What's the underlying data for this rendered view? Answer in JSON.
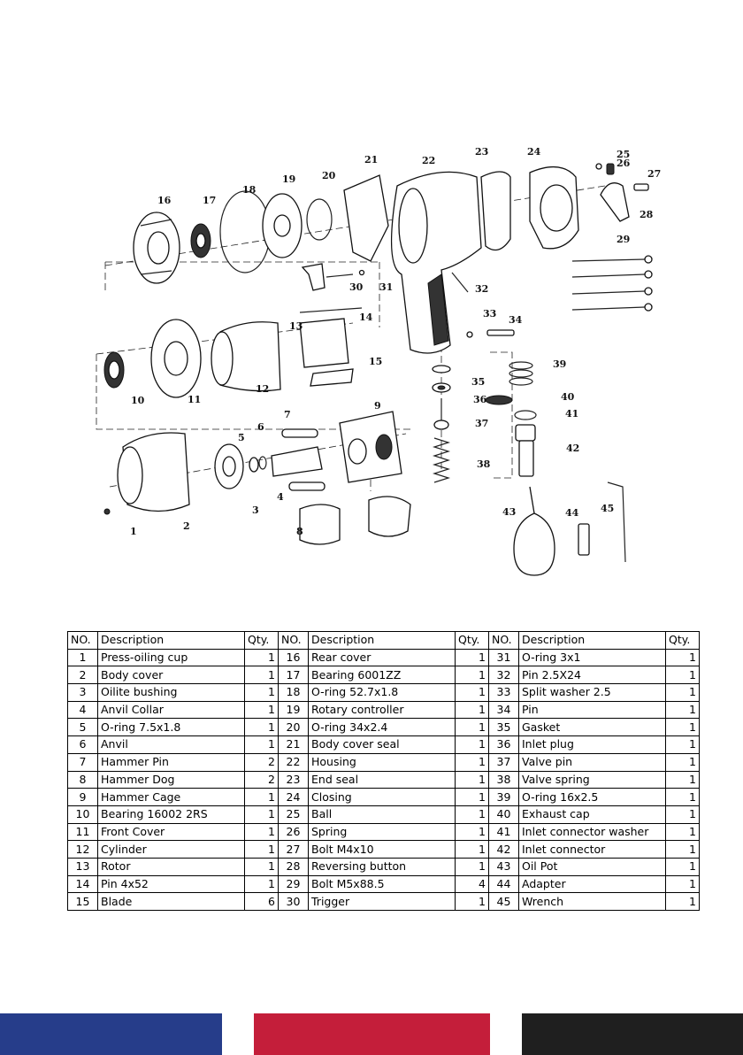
{
  "diagram": {
    "callouts": [
      "1",
      "2",
      "3",
      "4",
      "5",
      "6",
      "7",
      "8",
      "9",
      "10",
      "11",
      "12",
      "13",
      "14",
      "15",
      "16",
      "17",
      "18",
      "19",
      "20",
      "21",
      "22",
      "23",
      "24",
      "25",
      "26",
      "27",
      "28",
      "29",
      "30",
      "31",
      "32",
      "33",
      "34",
      "35",
      "36",
      "37",
      "38",
      "39",
      "40",
      "41",
      "42",
      "43",
      "44",
      "45"
    ]
  },
  "table": {
    "headers": [
      "NO.",
      "Description",
      "Qty."
    ],
    "columns": [
      [
        {
          "no": "1",
          "desc": "Press-oiling cup",
          "qty": "1"
        },
        {
          "no": "2",
          "desc": "Body cover",
          "qty": "1"
        },
        {
          "no": "3",
          "desc": "Oilite bushing",
          "qty": "1"
        },
        {
          "no": "4",
          "desc": "Anvil Collar",
          "qty": "1"
        },
        {
          "no": "5",
          "desc": "O-ring 7.5x1.8",
          "qty": "1"
        },
        {
          "no": "6",
          "desc": "Anvil",
          "qty": "1"
        },
        {
          "no": "7",
          "desc": "Hammer Pin",
          "qty": "2"
        },
        {
          "no": "8",
          "desc": "Hammer Dog",
          "qty": "2"
        },
        {
          "no": "9",
          "desc": "Hammer Cage",
          "qty": "1"
        },
        {
          "no": "10",
          "desc": "Bearing 16002 2RS",
          "qty": "1"
        },
        {
          "no": "11",
          "desc": "Front Cover",
          "qty": "1"
        },
        {
          "no": "12",
          "desc": "Cylinder",
          "qty": "1"
        },
        {
          "no": "13",
          "desc": "Rotor",
          "qty": "1"
        },
        {
          "no": "14",
          "desc": "Pin 4x52",
          "qty": "1"
        },
        {
          "no": "15",
          "desc": "Blade",
          "qty": "6"
        }
      ],
      [
        {
          "no": "16",
          "desc": "Rear cover",
          "qty": "1"
        },
        {
          "no": "17",
          "desc": "Bearing 6001ZZ",
          "qty": "1"
        },
        {
          "no": "18",
          "desc": "O-ring 52.7x1.8",
          "qty": "1"
        },
        {
          "no": "19",
          "desc": "Rotary controller",
          "qty": "1"
        },
        {
          "no": "20",
          "desc": "O-ring 34x2.4",
          "qty": "1"
        },
        {
          "no": "21",
          "desc": "Body cover seal",
          "qty": "1"
        },
        {
          "no": "22",
          "desc": "Housing",
          "qty": "1"
        },
        {
          "no": "23",
          "desc": "End seal",
          "qty": "1"
        },
        {
          "no": "24",
          "desc": "Closing",
          "qty": "1"
        },
        {
          "no": "25",
          "desc": "Ball",
          "qty": "1"
        },
        {
          "no": "26",
          "desc": "Spring",
          "qty": "1"
        },
        {
          "no": "27",
          "desc": "Bolt M4x10",
          "qty": "1"
        },
        {
          "no": "28",
          "desc": "Reversing button",
          "qty": "1"
        },
        {
          "no": "29",
          "desc": "Bolt M5x88.5",
          "qty": "4"
        },
        {
          "no": "30",
          "desc": "Trigger",
          "qty": "1"
        }
      ],
      [
        {
          "no": "31",
          "desc": "O-ring 3x1",
          "qty": "1"
        },
        {
          "no": "32",
          "desc": "Pin 2.5X24",
          "qty": "1"
        },
        {
          "no": "33",
          "desc": "Split washer 2.5",
          "qty": "1"
        },
        {
          "no": "34",
          "desc": "Pin",
          "qty": "1"
        },
        {
          "no": "35",
          "desc": "Gasket",
          "qty": "1"
        },
        {
          "no": "36",
          "desc": "Inlet plug",
          "qty": "1"
        },
        {
          "no": "37",
          "desc": "Valve pin",
          "qty": "1"
        },
        {
          "no": "38",
          "desc": "Valve spring",
          "qty": "1"
        },
        {
          "no": "39",
          "desc": "O-ring 16x2.5",
          "qty": "1"
        },
        {
          "no": "40",
          "desc": "Exhaust cap",
          "qty": "1"
        },
        {
          "no": "41",
          "desc": "Inlet connector washer",
          "qty": "1"
        },
        {
          "no": "42",
          "desc": "Inlet connector",
          "qty": "1"
        },
        {
          "no": "43",
          "desc": "Oil Pot",
          "qty": "1"
        },
        {
          "no": "44",
          "desc": "Adapter",
          "qty": "1"
        },
        {
          "no": "45",
          "desc": "Wrench",
          "qty": "1"
        }
      ]
    ]
  },
  "footer": {
    "colors": {
      "blue": "#263d8a",
      "red": "#c41e3a",
      "black": "#1f1f1f"
    }
  }
}
